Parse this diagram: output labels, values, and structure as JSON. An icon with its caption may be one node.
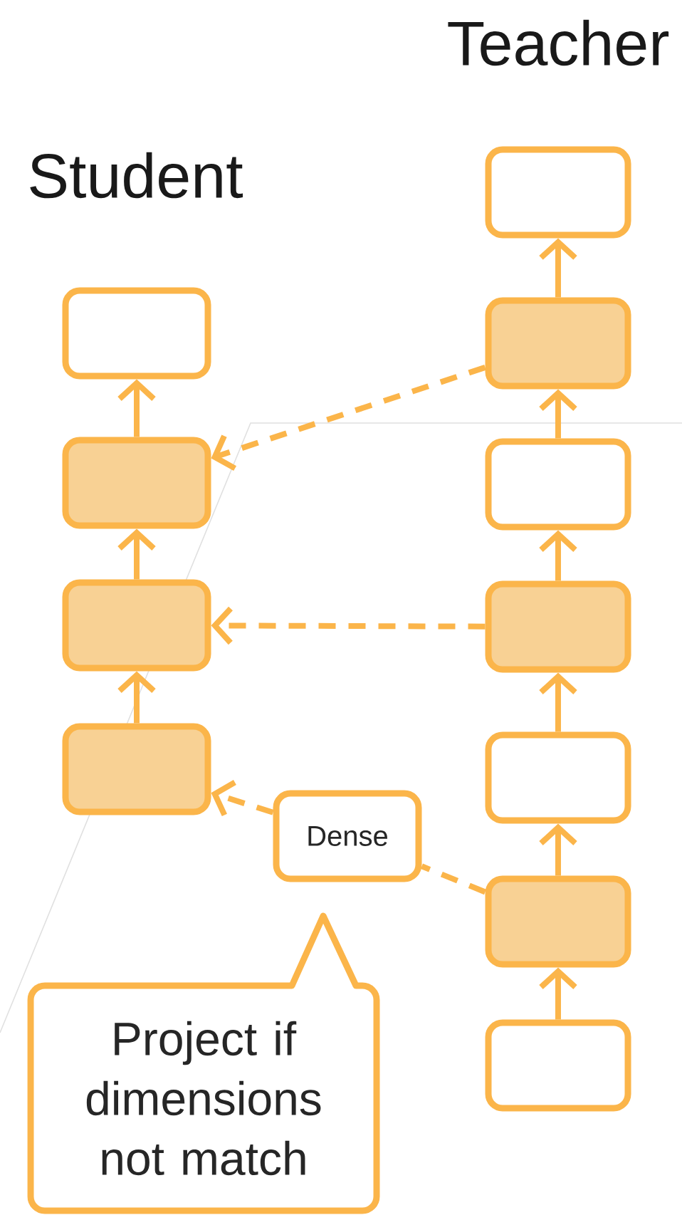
{
  "diagram": {
    "nodes": [
      {
        "text": [],
        "shape": "box"
      },
      {
        "text": [],
        "shape": "box"
      },
      {
        "text": [],
        "shape": "box"
      },
      {
        "text": [],
        "shape": "box"
      },
      {
        "text": [],
        "shape": "box"
      },
      {
        "text": [],
        "shape": "box"
      },
      {
        "text": [],
        "shape": "box"
      },
      {
        "text": [],
        "shape": "box"
      },
      {
        "text": [],
        "shape": "box"
      },
      {
        "text": [],
        "shape": "box"
      },
      {
        "text": [],
        "shape": "box"
      },
      {
        "text": [
          "Dense"
        ]
      },
      {
        "text": [
          "Project if dimensions not match"
        ]
      }
    ],
    "edges": [
      {
        "from": 3,
        "to": 2,
        "arrow": "to"
      },
      {
        "from": 2,
        "to": 1,
        "arrow": "to"
      },
      {
        "from": 1,
        "to": 0,
        "arrow": "to"
      },
      {
        "from": 10,
        "to": 9,
        "arrow": "to"
      },
      {
        "from": 9,
        "to": 8,
        "arrow": "to"
      },
      {
        "from": 8,
        "to": 7,
        "arrow": "to"
      },
      {
        "from": 7,
        "to": 6,
        "arrow": "to"
      },
      {
        "from": 6,
        "to": 5,
        "arrow": "to"
      },
      {
        "from": 5,
        "to": 4,
        "arrow": "to"
      },
      {
        "from": 5,
        "to": 1,
        "arrow": "to",
        "style": "dashed"
      },
      {
        "from": 7,
        "to": 2,
        "arrow": "to",
        "style": "dashed"
      },
      {
        "from": 9,
        "to": 11,
        "arrow": "none",
        "style": "dashed"
      },
      {
        "from": 11,
        "to": 3,
        "arrow": "to",
        "style": "dashed"
      }
    ],
    "labels": [
      "Teacher",
      "Student"
    ]
  }
}
